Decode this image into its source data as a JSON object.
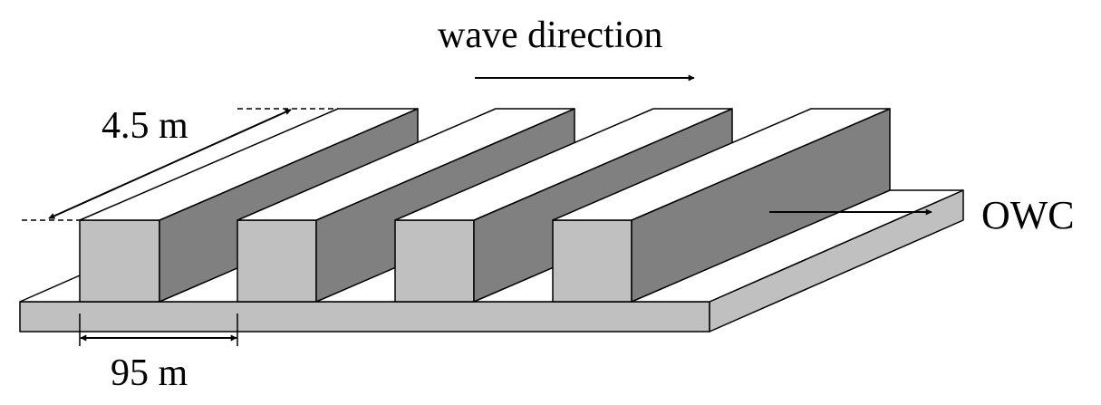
{
  "labels": {
    "wave_direction": "wave direction",
    "length": "4.5 m",
    "spacing": "95 m",
    "owc": "OWC"
  },
  "colors": {
    "top_face": "#ffffff",
    "front_face": "#c0c0c0",
    "side_face": "#808080",
    "outline": "#000000"
  }
}
